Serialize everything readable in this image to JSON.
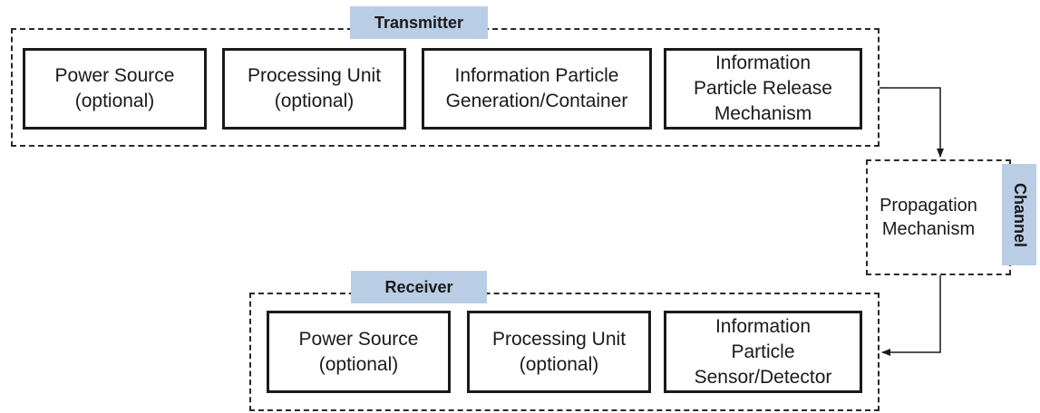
{
  "transmitter": {
    "label": "Transmitter",
    "boxes": [
      {
        "text": "Power Source\n(optional)"
      },
      {
        "text": "Processing Unit\n(optional)"
      },
      {
        "text": "Information Particle\nGeneration/Container"
      },
      {
        "text": "Information\nParticle Release\nMechanism"
      }
    ]
  },
  "channel": {
    "label": "Channel",
    "box_text": "Propagation\nMechanism"
  },
  "receiver": {
    "label": "Receiver",
    "boxes": [
      {
        "text": "Power Source\n(optional)"
      },
      {
        "text": "Processing Unit\n(optional)"
      },
      {
        "text": "Information\nParticle\nSensor/Detector"
      }
    ]
  }
}
